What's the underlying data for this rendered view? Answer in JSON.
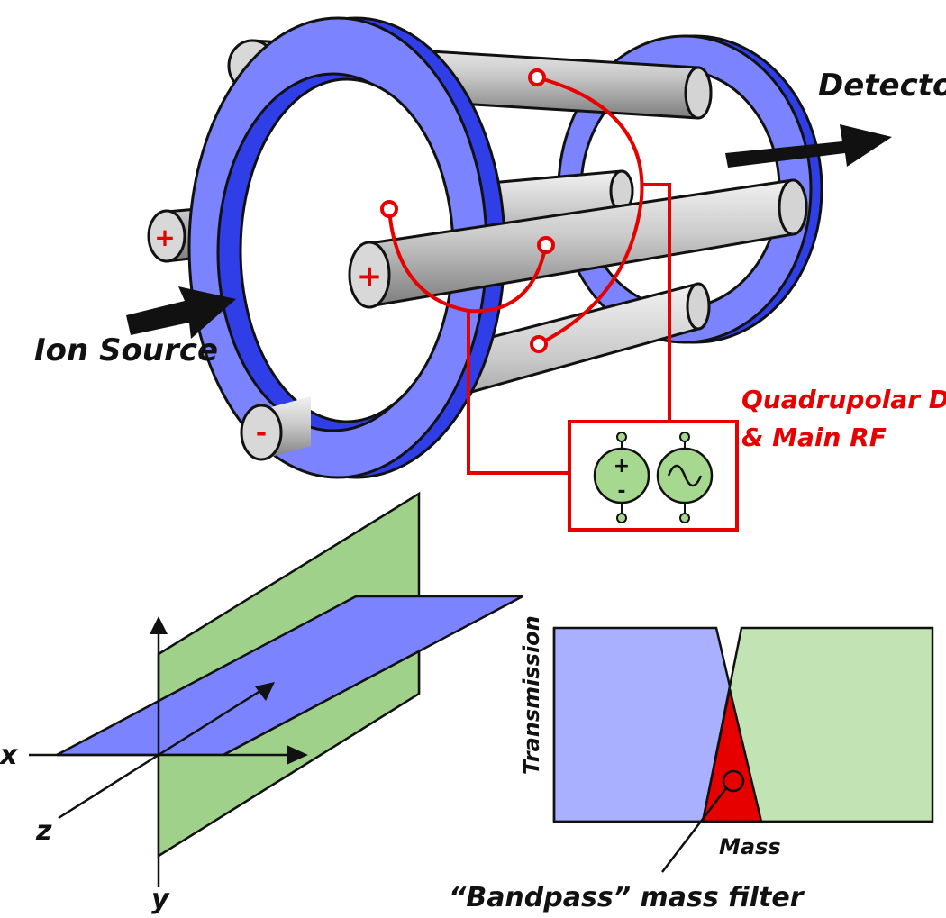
{
  "labels": {
    "detector": "Detector",
    "ion_source": "Ion Source",
    "power_supply": [
      "Quadrupolar DC",
      "& Main RF"
    ],
    "axis_x": "x",
    "axis_y": "y",
    "axis_z": "z",
    "transmission": "Transmission",
    "mass": "Mass",
    "bandpass": "“Bandpass” mass filter"
  },
  "rod_signs": {
    "top_left": "-",
    "left": "+",
    "front": "+",
    "bottom_left": "-"
  },
  "supply_signs": {
    "plus": "+",
    "minus": "-"
  },
  "colors": {
    "ring_blue": "#7b83ff",
    "ring_blue_dark": "#2f3ee6",
    "rod_gray": "#c8c8c8",
    "circuit_red": "#e60000",
    "plane_green": "#9fd18a",
    "plane_blue": "#7b83ff",
    "filter_blue": "#a9b0ff",
    "filter_green": "#c2e3b4",
    "source_green": "#a6d88f"
  },
  "icons": [
    "arrow-in-icon",
    "arrow-out-icon",
    "dc-source-icon",
    "ac-source-icon"
  ]
}
